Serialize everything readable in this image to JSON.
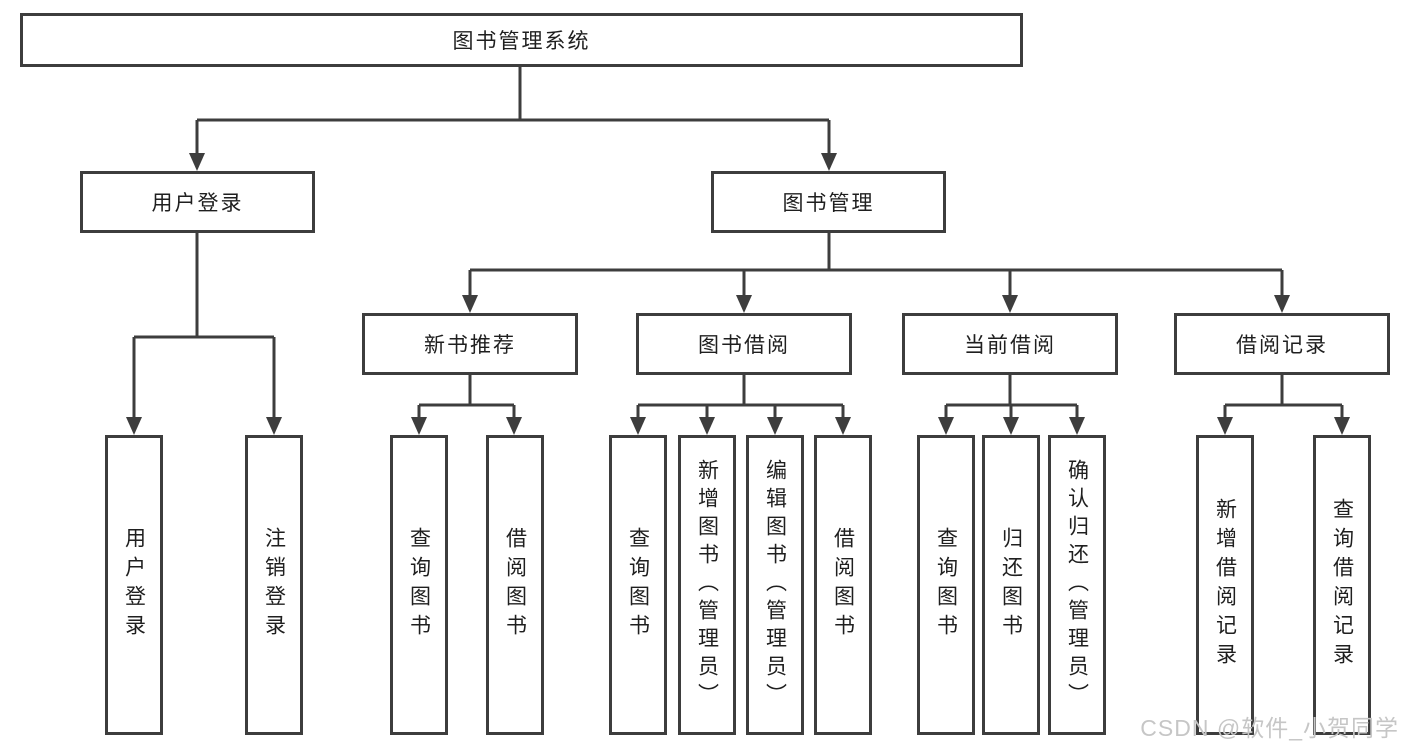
{
  "colors": {
    "line": "#3d3d3d",
    "box_border": "#3d3d3d",
    "text": "#1f1f1f",
    "background": "#ffffff",
    "watermark": "#c6c6c6"
  },
  "watermark": "CSDN @软件_小贺同学",
  "tree": {
    "root": {
      "label": "图书管理系统",
      "children": [
        {
          "label": "用户登录",
          "children": [
            {
              "label": "用户登录"
            },
            {
              "label": "注销登录"
            }
          ]
        },
        {
          "label": "图书管理",
          "children": [
            {
              "label": "新书推荐",
              "children": [
                {
                  "label": "查询图书"
                },
                {
                  "label": "借阅图书"
                }
              ]
            },
            {
              "label": "图书借阅",
              "children": [
                {
                  "label": "查询图书"
                },
                {
                  "label": "新增图书（管理员）"
                },
                {
                  "label": "编辑图书（管理员）"
                },
                {
                  "label": "借阅图书"
                }
              ]
            },
            {
              "label": "当前借阅",
              "children": [
                {
                  "label": "查询图书"
                },
                {
                  "label": "归还图书"
                },
                {
                  "label": "确认归还（管理员）"
                }
              ]
            },
            {
              "label": "借阅记录",
              "children": [
                {
                  "label": "新增借阅记录"
                },
                {
                  "label": "查询借阅记录"
                }
              ]
            }
          ]
        }
      ]
    }
  }
}
